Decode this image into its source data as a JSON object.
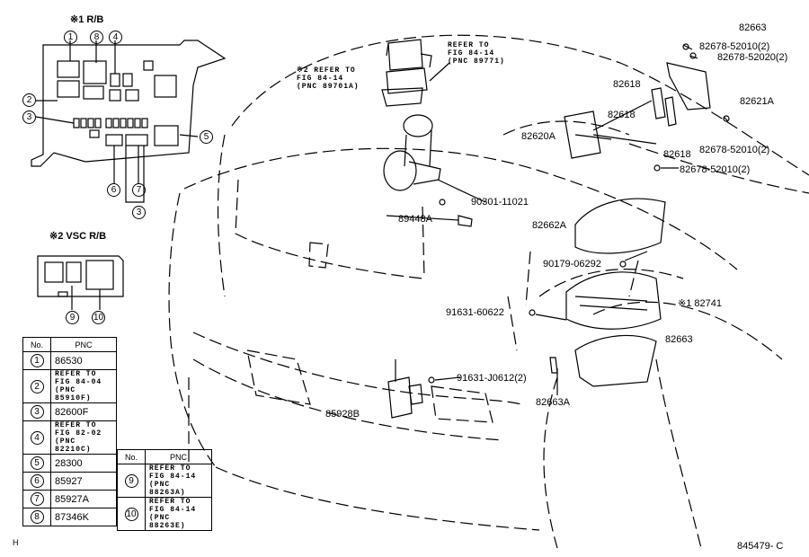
{
  "inset_rb": {
    "title": "※1  R/B",
    "callouts": [
      "1",
      "8",
      "4",
      "2",
      "3",
      "5",
      "6",
      "7",
      "3"
    ]
  },
  "inset_vsc": {
    "title": "※2 VSC R/B",
    "callouts": [
      "9",
      "10"
    ]
  },
  "parts": {
    "p82663_top": "82663",
    "p82678_1": "82678-52010(2)",
    "p82678_2": "82678-52020(2)",
    "p82621A": "82621A",
    "p82618_1": "82618",
    "p82618_2": "82618",
    "p82618_3": "82618",
    "p82620A": "82620A",
    "p82678_3": "82678-52010(2)",
    "p82678_4": "82678-52010(2)",
    "p90301": "90301-11021",
    "p89448A": "89448A",
    "p82662A": "82662A",
    "p90179": "90179-06292",
    "p82741": "※1 82741",
    "p91631_60622": "91631-60622",
    "p82663_bot": "82663",
    "p91631_J0612": "91631-J0612(2)",
    "p85928B": "85928B",
    "p82663A": "82663A"
  },
  "refs": {
    "fig_top": [
      "REFER TO",
      "FIG 84-14",
      "(PNC 89771)"
    ],
    "fig_left": [
      "※2 REFER TO",
      "FIG 84-14",
      "(PNC 89701A)"
    ]
  },
  "table1": {
    "headers": [
      "No.",
      "PNC"
    ],
    "rows": [
      {
        "no": "1",
        "pnc": [
          "86530"
        ]
      },
      {
        "no": "2",
        "pnc": [
          "REFER TO",
          "FIG 84-04",
          "(PNC 85910F)"
        ]
      },
      {
        "no": "3",
        "pnc": [
          "82600F"
        ]
      },
      {
        "no": "4",
        "pnc": [
          "REFER TO",
          "FIG 82-02",
          "(PNC 82210C)"
        ]
      },
      {
        "no": "5",
        "pnc": [
          "28300"
        ]
      },
      {
        "no": "6",
        "pnc": [
          "85927"
        ]
      },
      {
        "no": "7",
        "pnc": [
          "85927A"
        ]
      },
      {
        "no": "8",
        "pnc": [
          "87346K"
        ]
      }
    ]
  },
  "table2": {
    "headers": [
      "No.",
      "PNC"
    ],
    "rows": [
      {
        "no": "9",
        "pnc": [
          "REFER TO",
          "FIG 84-14",
          "(PNC 88263A)"
        ]
      },
      {
        "no": "10",
        "pnc": [
          "REFER TO",
          "FIG 84-14",
          "(PNC 88263E)"
        ]
      }
    ]
  },
  "footer": {
    "left_mark": "H",
    "code": "845479- C"
  }
}
